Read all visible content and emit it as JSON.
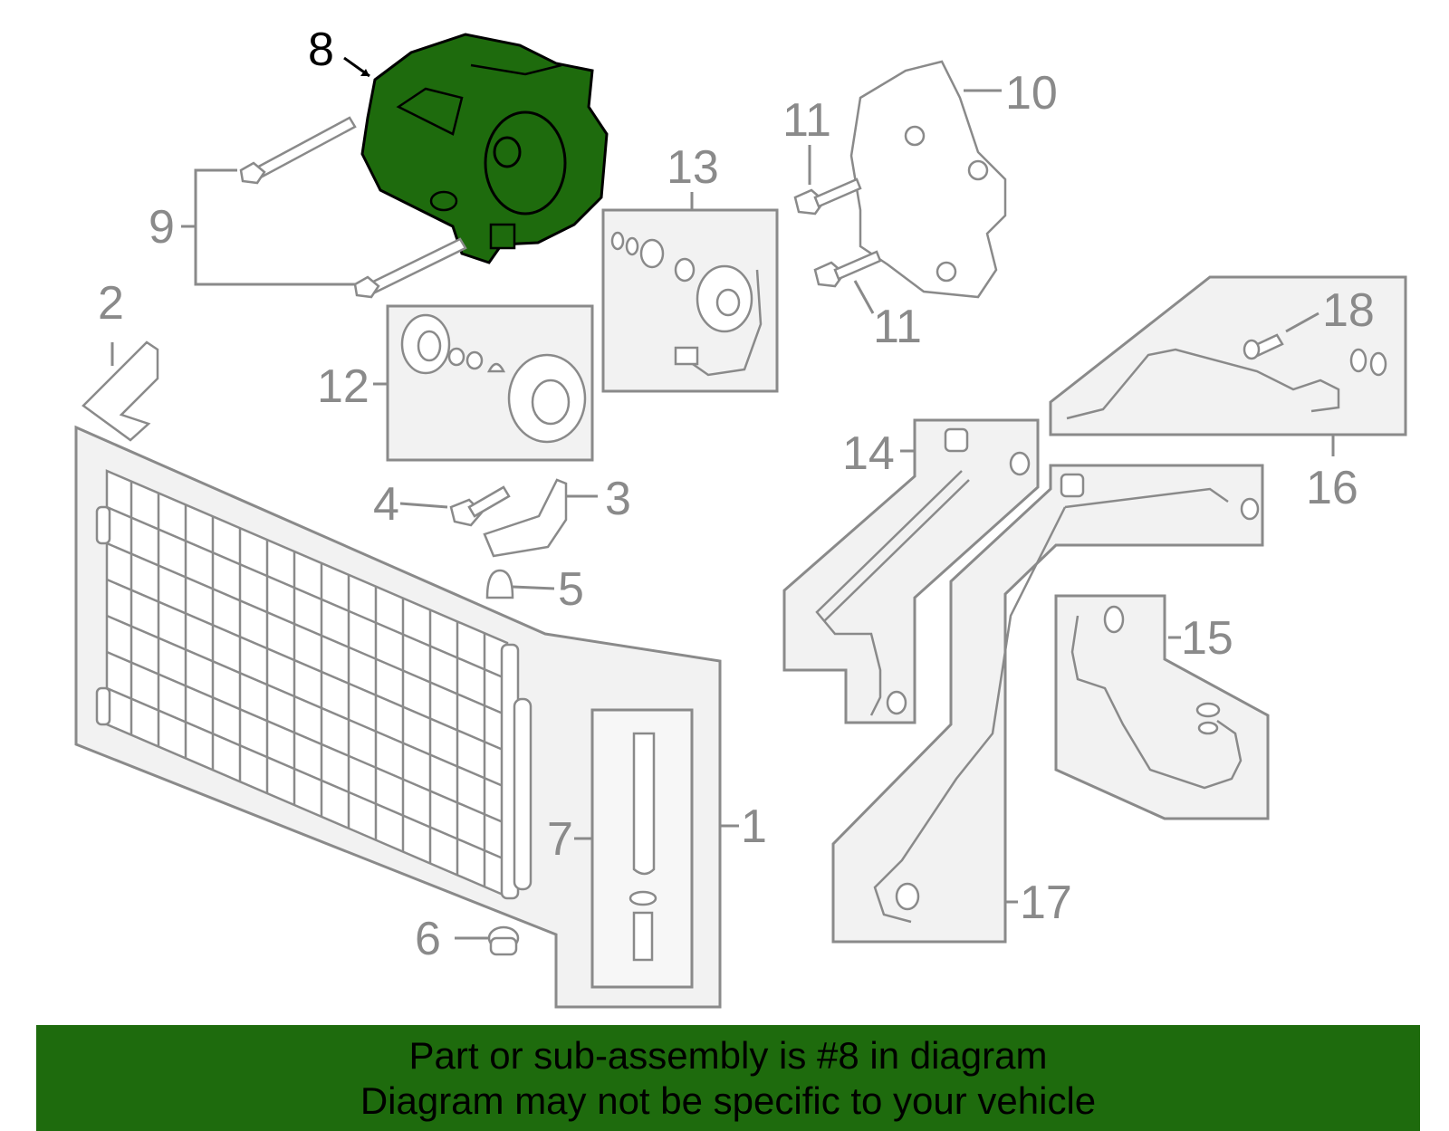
{
  "colors": {
    "highlight_fill": "#1e6b0d",
    "banner_background": "#1e6b0d",
    "callout_gray": "#8a8a8a",
    "panel_fill": "#f2f2f2"
  },
  "highlighted_part": "8",
  "callouts": {
    "c1": "1",
    "c2": "2",
    "c3": "3",
    "c4": "4",
    "c5": "5",
    "c6": "6",
    "c7": "7",
    "c8": "8",
    "c9": "9",
    "c10": "10",
    "c11a": "11",
    "c11b": "11",
    "c12": "12",
    "c13": "13",
    "c14": "14",
    "c15": "15",
    "c16": "16",
    "c17": "17",
    "c18": "18"
  },
  "banner": {
    "line1": "Part or sub-assembly is #8 in diagram",
    "line2": "Diagram may not be specific to your vehicle"
  }
}
